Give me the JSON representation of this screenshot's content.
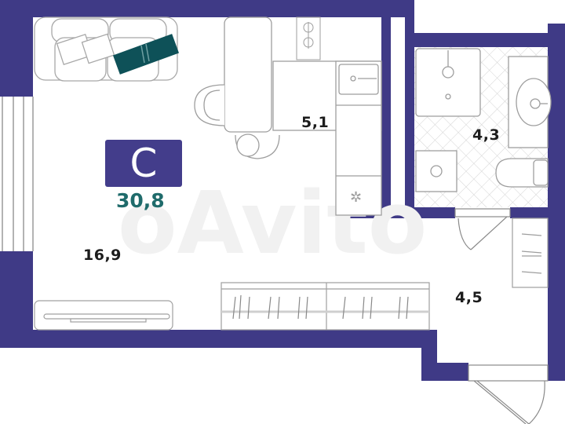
{
  "plan": {
    "type_badge": "С",
    "total_area": "30,8",
    "rooms": [
      {
        "name": "living-room",
        "area": "16,9"
      },
      {
        "name": "kitchen",
        "area": "5,1"
      },
      {
        "name": "bathroom",
        "area": "4,3"
      },
      {
        "name": "hallway",
        "area": "4,5"
      }
    ]
  },
  "colors": {
    "wall": "#3f3a86",
    "badge": "#433d8b",
    "area_text": "#1f6b6b",
    "accent_blanket": "#0e5158"
  }
}
